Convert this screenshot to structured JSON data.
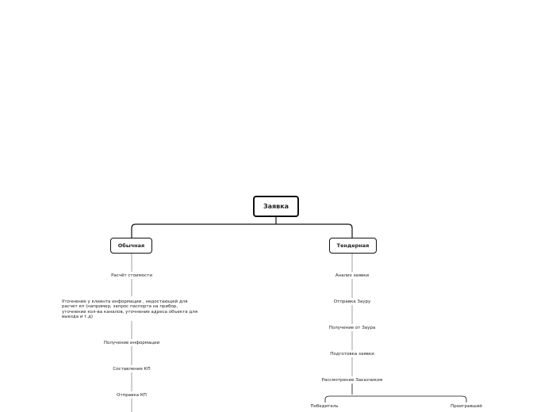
{
  "root": {
    "label": "Заявка"
  },
  "branches": [
    {
      "label": "Обычная",
      "steps": [
        "Расчёт стоимости",
        "Уточнение у клиента информации , недостающей для расчет кп (например, запрос паспорта на прибор, уточнение кол-ва каналов, уточнение адреса объекта для выезда и т.д)",
        "Получение информации",
        "Составление КП",
        "Отправка КП"
      ]
    },
    {
      "label": "Тендерная",
      "steps": [
        "Анализ заявки",
        "Отправка Зауру",
        "Получение от Заура",
        "Подготовка заявки",
        "Рассмотрение Заказчиком"
      ],
      "outcomes": [
        "Победитель",
        "Проигравший"
      ]
    }
  ],
  "colors": {
    "line": "#111111",
    "thin_line": "#888888",
    "text": "#222222"
  }
}
